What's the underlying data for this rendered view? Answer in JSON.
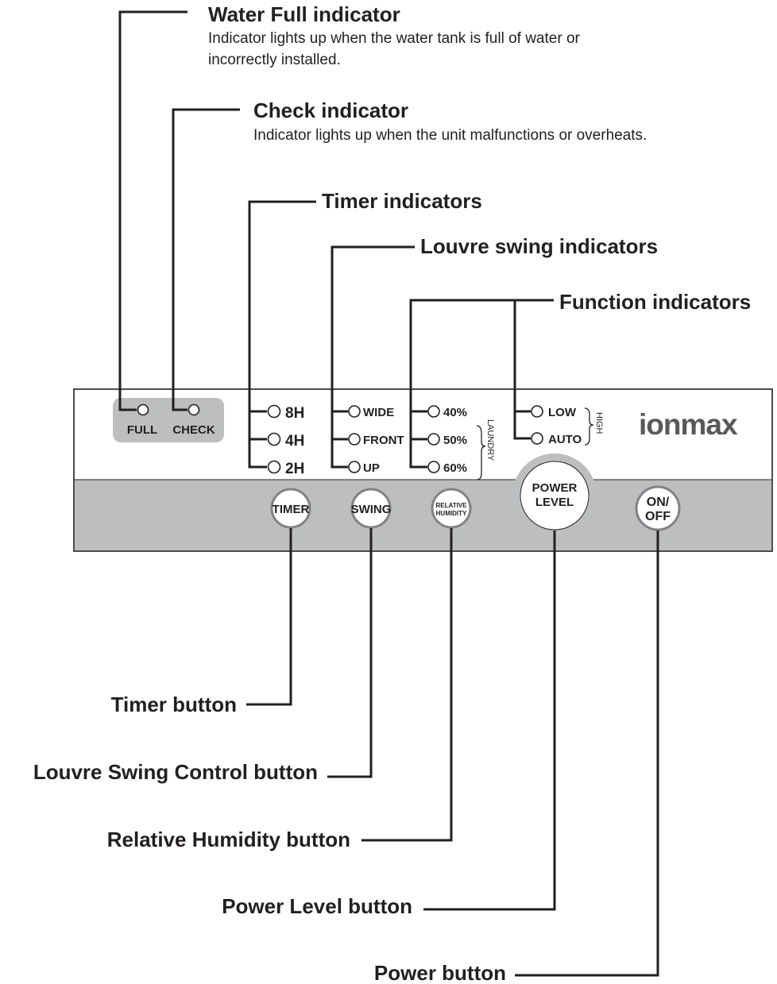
{
  "callouts": {
    "water_full": {
      "title": "Water Full indicator",
      "desc_line1": "Indicator lights up when the water tank is full of water or",
      "desc_line2": "incorrectly installed."
    },
    "check": {
      "title": "Check indicator",
      "desc": "Indicator lights up when the unit malfunctions or overheats."
    },
    "timer_indicators": "Timer indicators",
    "louvre_indicators": "Louvre swing indicators",
    "function_indicators": "Function indicators"
  },
  "panel": {
    "status_leds": [
      "FULL",
      "CHECK"
    ],
    "timer_leds": [
      "8H",
      "4H",
      "2H"
    ],
    "swing_leds": [
      "WIDE",
      "FRONT",
      "UP"
    ],
    "humidity_leds": [
      "40%",
      "50%",
      "60%"
    ],
    "laundry_label": "LAUNDRY",
    "fan_leds": [
      "LOW",
      "AUTO"
    ],
    "high_label": "HIGH",
    "brand": "ionmax",
    "buttons": {
      "timer": "TIMER",
      "swing": "SWING",
      "humidity_line1": "RELATIVE",
      "humidity_line2": "HUMIDITY",
      "power_line1": "POWER",
      "power_line2": "LEVEL",
      "onoff_line1": "ON/",
      "onoff_line2": "OFF"
    }
  },
  "button_labels": {
    "timer": "Timer button",
    "swing": "Louvre Swing Control button",
    "humidity": "Relative Humidity button",
    "power_level": "Power Level button",
    "power": "Power button"
  }
}
